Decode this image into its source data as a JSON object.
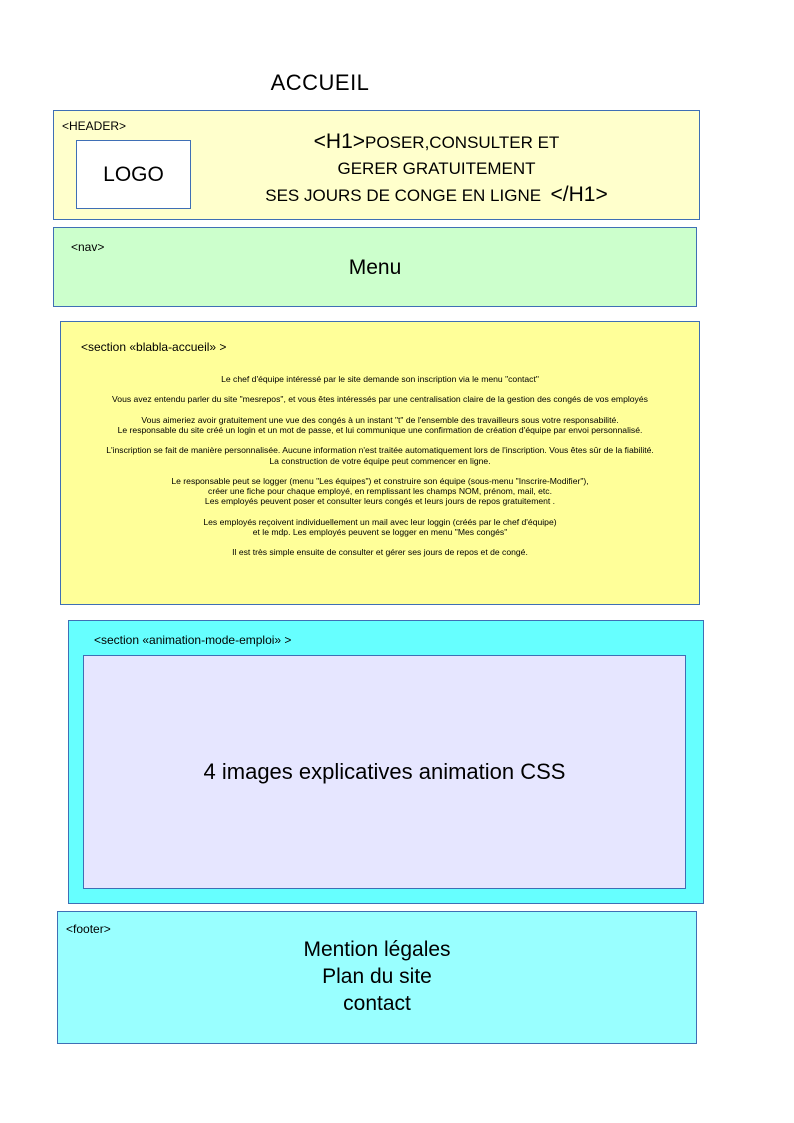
{
  "page_title": "ACCUEIL",
  "header": {
    "tag": "<HEADER>",
    "h1_open": "<H1>",
    "h1_line1": "POSER,CONSULTER ET",
    "h1_line2": "GERER GRATUITEMENT",
    "h1_line3": "SES JOURS DE CONGE EN LIGNE",
    "h1_close": "</H1>",
    "logo": "LOGO"
  },
  "nav": {
    "tag": "<nav>",
    "label": "Menu"
  },
  "blabla": {
    "tag": "<section «blabla-accueil» >",
    "paragraphs": [
      [
        "Le chef d'équipe intéressé par le site demande son inscription via le menu \"contact\""
      ],
      [
        "Vous avez entendu parler du site \"mesrepos\", et vous êtes intéressés par une centralisation claire de la gestion des congés de vos employés"
      ],
      [
        "Vous aimeriez avoir gratuitement une vue des congés à un instant \"t\" de l'ensemble des travailleurs sous votre responsabilité.",
        "Le responsable du site créé un login et un mot de passe, et lui communique une confirmation de création d'équipe par envoi personnalisé."
      ],
      [
        "L'inscription se fait de manière personnalisée. Aucune information n'est traitée automatiquement lors de l'inscription. Vous êtes sûr de la fiabilité.",
        "La construction de votre équipe peut commencer en ligne."
      ],
      [
        "Le responsable peut se logger (menu \"Les équipes\") et construire son équipe (sous-menu \"Inscrire-Modifier\"),",
        "créer une fiche pour chaque employé, en remplissant les champs NOM, prénom, mail, etc.",
        "Les employés peuvent poser et consulter leurs congés et leurs jours de repos gratuitement ."
      ],
      [
        "Les employés reçoivent individuellement un mail avec leur loggin (créés par le chef d'équipe)",
        "et le mdp. Les employés peuvent se logger en menu \"Mes congés\""
      ],
      [
        "Il est très simple ensuite de consulter et gérer ses jours de repos et de congé."
      ]
    ]
  },
  "animation": {
    "tag": "<section «animation-mode-emploi» >",
    "label": "4 images explicatives animation CSS"
  },
  "footer": {
    "tag": "<footer>",
    "links": [
      "Mention légales",
      "Plan du site",
      "contact"
    ]
  }
}
